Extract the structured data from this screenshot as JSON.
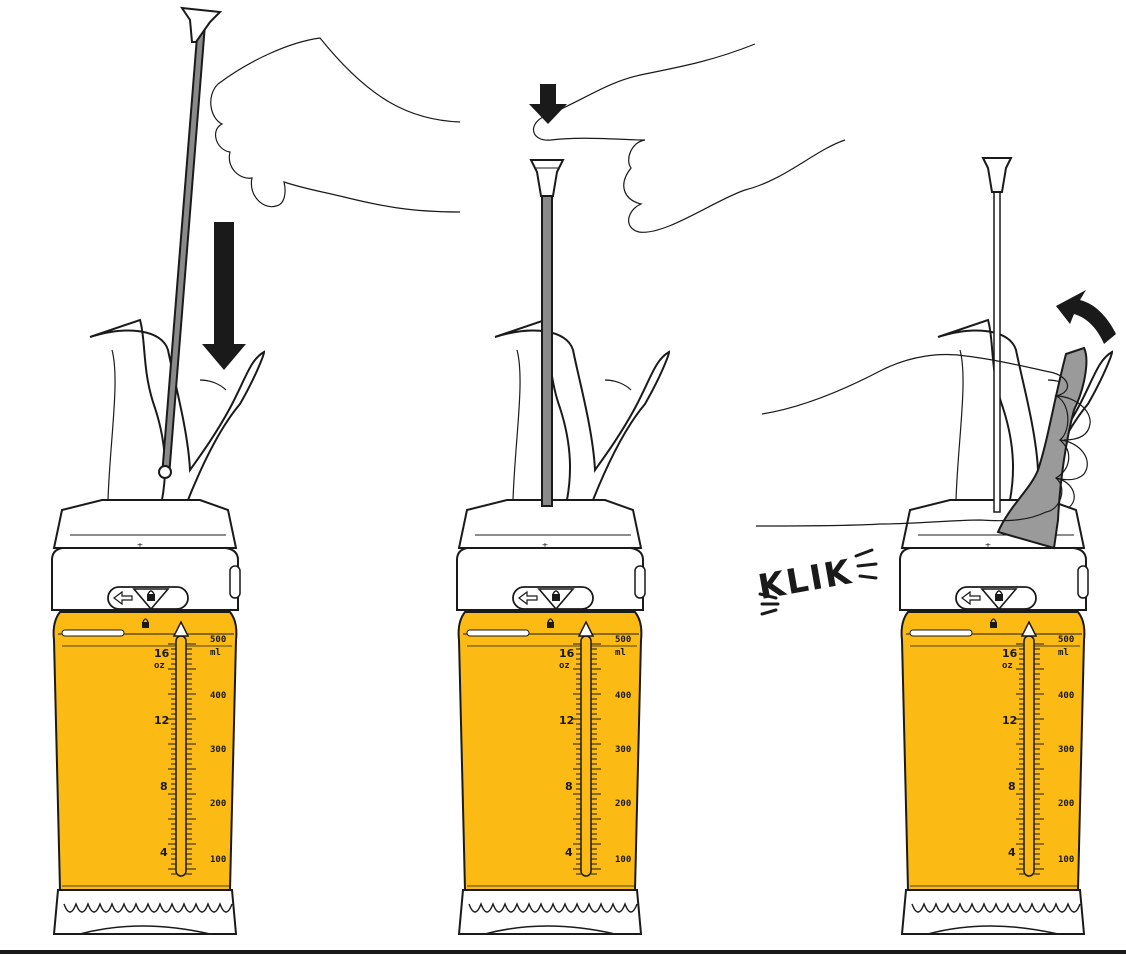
{
  "steps": [
    {
      "id": "insert-rod",
      "scale": {
        "oz_top": "16",
        "oz_unit": "oz",
        "ml_top": "500",
        "ml_unit": "ml",
        "oz": [
          "12",
          "8",
          "4"
        ],
        "ml": [
          "400",
          "300",
          "200",
          "100"
        ]
      }
    },
    {
      "id": "push-rod",
      "scale": {
        "oz_top": "16",
        "oz_unit": "oz",
        "ml_top": "500",
        "ml_unit": "ml",
        "oz": [
          "12",
          "8",
          "4"
        ],
        "ml": [
          "400",
          "300",
          "200",
          "100"
        ]
      }
    },
    {
      "id": "lock-lever",
      "scale": {
        "oz_top": "16",
        "oz_unit": "oz",
        "ml_top": "500",
        "ml_unit": "ml",
        "oz": [
          "12",
          "8",
          "4"
        ],
        "ml": [
          "400",
          "300",
          "200",
          "100"
        ]
      }
    }
  ],
  "sound_effect": "KLIK",
  "colors": {
    "liquid": "#FBBA14",
    "outline": "#1a1a1a",
    "lever": "#9a9a9a",
    "rod": "#8a8a8a"
  }
}
